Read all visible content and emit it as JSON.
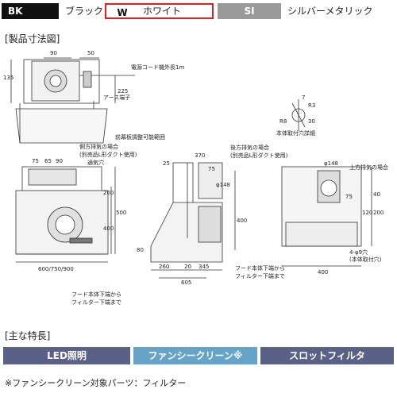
{
  "colors": {
    "bk": {
      "code": "BK",
      "name": "ブラック",
      "swatch": "#111111"
    },
    "w": {
      "code": "W",
      "name": "ホワイト",
      "swatch": "#ffffff",
      "highlight": "#dd2222"
    },
    "si": {
      "code": "SI",
      "name": "シルバーメタリック",
      "swatch": "#9a9a9a"
    }
  },
  "sections": {
    "dimensions_title": "[製品寸法図]",
    "features_title": "[主な特長]"
  },
  "drawing": {
    "top_dims": [
      "90",
      "50"
    ],
    "left_dim": "135",
    "cord_label": "電源コード機外長1m",
    "cord_length": "225",
    "ground_label": "アース端子",
    "front_adjust_label": "前幕板調整可能範囲",
    "side_exhaust_label": "側方排気の場合",
    "optional_duct_label": "(別売品L形ダクト使用)",
    "vent_label": "通気穴",
    "rear_exhaust_label": "後方排気の場合",
    "rear_duct_label": "(別売品L形ダクト使用)",
    "upward_exhaust_label": "上方排気の場合",
    "mount_hole_label": "本体取付穴詳細",
    "hole_spec": "4-φ9穴",
    "hole_spec_sub": "(本体取付穴)",
    "hood_filter_label_a": "フード本体下端から",
    "hood_filter_label_b": "フィルター下端まで",
    "width_label": "600/750/900",
    "dims": {
      "d75": "75",
      "d65": "65",
      "d90": "90",
      "d200": "200",
      "d400": "400",
      "d500": "500",
      "d25": "25",
      "d370": "370",
      "d75b": "75",
      "d148": "φ148",
      "d80": "80",
      "d260": "260",
      "d20": "20",
      "d345": "345",
      "d605": "605",
      "d148b": "φ148",
      "d40": "40",
      "d75c": "75",
      "d200b": "200",
      "d120": "120",
      "d400b": "400",
      "r3": "R3",
      "r8": "R8",
      "d7": "7",
      "d30": "30"
    }
  },
  "features": [
    "LED照明",
    "ファンシークリーン※",
    "スロットフィルタ"
  ],
  "note": "※ファンシークリーン対象パーツ：フィルター"
}
